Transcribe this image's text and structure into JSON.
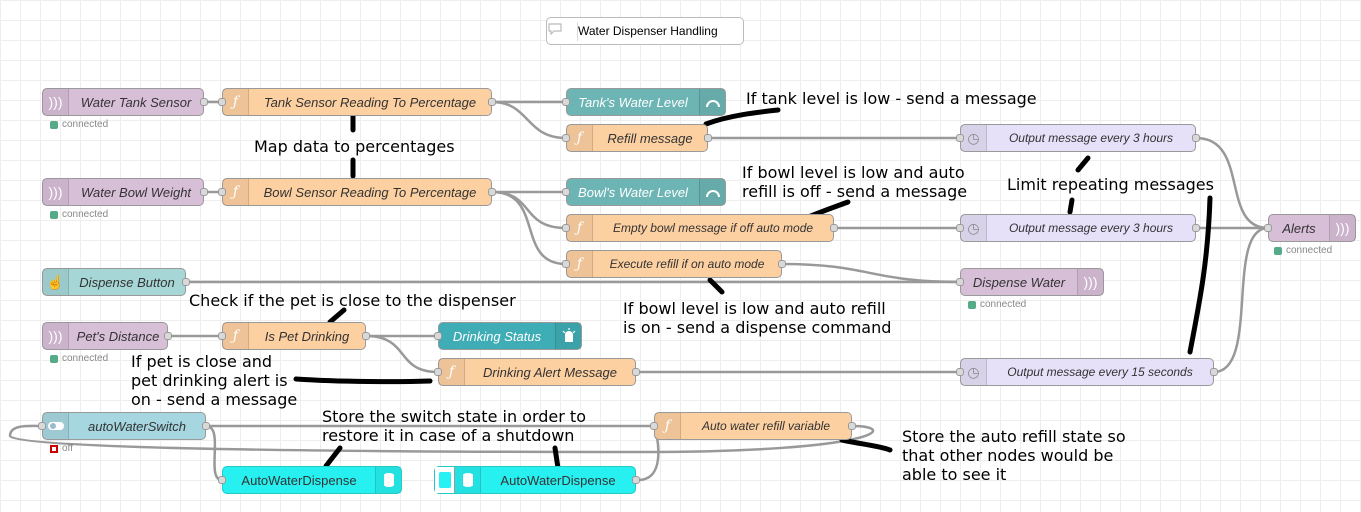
{
  "flow_title": "Water Dispenser Handling",
  "nodes": {
    "water_tank_sensor": "Water Tank Sensor",
    "tank_percentage": "Tank Sensor Reading To Percentage",
    "tank_gauge": "Tank's Water Level",
    "refill_message": "Refill message",
    "output_3h_a": "Output message every 3 hours",
    "water_bowl_weight": "Water Bowl Weight",
    "bowl_percentage": "Bowl Sensor Reading To Percentage",
    "bowl_gauge": "Bowl's Water Level",
    "empty_bowl_message": "Empty bowl message if off auto mode",
    "output_3h_b": "Output message every 3 hours",
    "execute_refill": "Execute refill if on auto mode",
    "alerts": "Alerts",
    "dispense_button": "Dispense Button",
    "dispense_water": "Dispense Water",
    "pets_distance": "Pet's Distance",
    "is_pet_drinking": "Is Pet Drinking",
    "drinking_status": "Drinking Status",
    "drinking_alert": "Drinking Alert Message",
    "output_15s": "Output message every 15 seconds",
    "auto_water_switch": "autoWaterSwitch",
    "auto_refill_variable": "Auto water refill variable",
    "persist_a": "AutoWaterDispense",
    "persist_b": "AutoWaterDispense"
  },
  "status": {
    "connected": "connected",
    "off": "off"
  },
  "comments": {
    "tank_low": "If tank level is low - send a message",
    "map_data": "Map data to percentages",
    "bowl_low_off": "If bowl level is low and auto\nrefill is off - send a message",
    "limit_repeat": "Limit repeating messages",
    "check_pet": "Check if the pet is close to the dispenser",
    "bowl_low_on": "If bowl level is low and auto refill\nis on - send a dispense command",
    "pet_close": "If pet is close and\npet drinking alert is\non - send a message",
    "store_switch": "Store the switch state in order to\nrestore it in case of a shutdown",
    "store_auto": "Store the auto refill state so\nthat other nodes would be\nable to see it"
  },
  "colors": {
    "function": "#fdd0a2",
    "mqtt": "#d8bfd8",
    "dashboard": "#6db5b5",
    "delay": "#e6e0f8",
    "persist": "#27f0f0"
  },
  "icons": {
    "mqtt": "wifi-icon",
    "function": "function-icon",
    "gauge": "gauge-icon",
    "delay": "timer-icon",
    "button": "hand-icon",
    "led": "led-icon",
    "switch": "toggle-icon",
    "storage": "database-icon",
    "comment": "comment-icon"
  }
}
